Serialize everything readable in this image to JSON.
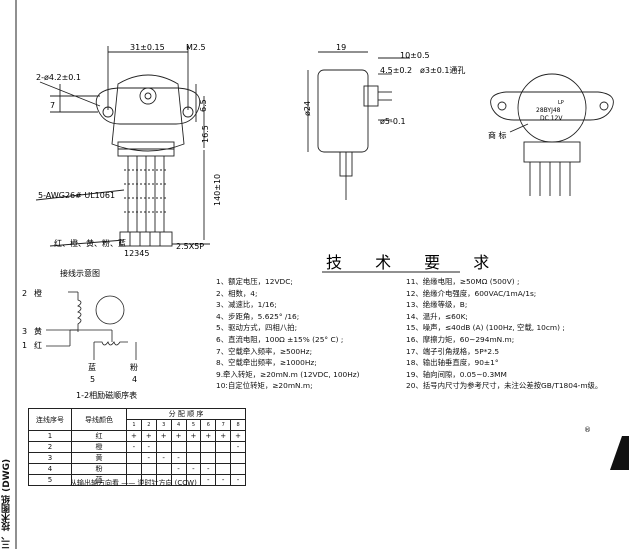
{
  "left_view": {
    "dims": [
      "31±0.15",
      "M2.5",
      "2-ø4.2±0.1",
      "7",
      "6.5",
      "16.5",
      "5-AWG26# UL1061",
      "140±10",
      "2.5X5P",
      "12345"
    ],
    "wire_colors": "红、橙、黄、粉、蓝"
  },
  "side_view": {
    "dims": [
      "19",
      "10±0.5",
      "4.5±0.2",
      "ø3±0.1通孔",
      "ø24",
      "ø5-0.1"
    ]
  },
  "right_view": {
    "label_text": [
      "28BYJ48",
      "DC 12V",
      "LP"
    ],
    "brand_label": "商 标"
  },
  "wiring": {
    "title": "接线示意图",
    "wires": [
      {
        "num": "2",
        "color": "橙"
      },
      {
        "num": "3",
        "color": "黄"
      },
      {
        "num": "1",
        "color": "红"
      },
      {
        "num": "5",
        "color": "蓝"
      },
      {
        "num": "4",
        "color": "粉"
      }
    ],
    "caption": "1-2相励磁顺序表"
  },
  "spec_title": "技 术 要 求",
  "specs_left": [
    "1、额定电压，12VDC;",
    "2、相数，4;",
    "3、减速比，1/16;",
    "4、步距角，5.625° /16;",
    "5、驱动方式，四相八拍;",
    "6、直流电阻，100Ω ±15% (25° C) ;",
    "7、空载牵入频率，≥500Hz;",
    "8、空载牵出频率，≥1000Hz;",
    "9.牵入转矩，≥20mN.m (12VDC, 100Hz)",
    "10:自定位转矩，≥20mN.m;"
  ],
  "specs_right": [
    "11、绝缘电阻，≥50MΩ (500V) ;",
    "12、绝缘介电强度，600VAC/1mA/1s;",
    "13、绝缘等级，B;",
    "14、温升，≤60K;",
    "15、噪声，≤40dB (A) (100Hz, 空载, 10cm) ;",
    "16、摩擦力矩，60~294mN.m;",
    "17、端子引角规格，5P*2.5",
    "18、输出轴垂直度，90±1°",
    "19、轴向间隙，0.05~0.3MM",
    "20、括号内尺寸为参考尺寸，未注公差按GB/T1804-m级。"
  ],
  "sequence_table": {
    "col_wire_num": "连线序号",
    "col_wire_color": "导线颜色",
    "col_sequence": "分 配 顺 序",
    "steps": [
      "1",
      "2",
      "3",
      "4",
      "5",
      "6",
      "7",
      "8"
    ],
    "rows": [
      {
        "num": "1",
        "color": "红",
        "cells": [
          "+",
          "+",
          "+",
          "+",
          "+",
          "+",
          "+",
          "+"
        ]
      },
      {
        "num": "2",
        "color": "橙",
        "cells": [
          "-",
          "-",
          "",
          "",
          "",
          "",
          "",
          "-"
        ]
      },
      {
        "num": "3",
        "color": "黄",
        "cells": [
          "",
          "-",
          "-",
          "-",
          "",
          "",
          "",
          ""
        ]
      },
      {
        "num": "4",
        "color": "粉",
        "cells": [
          "",
          "",
          "",
          "-",
          "-",
          "-",
          "",
          ""
        ]
      },
      {
        "num": "5",
        "color": "蓝",
        "cells": [
          "",
          "",
          "",
          "",
          "",
          "-",
          "-",
          "-"
        ]
      }
    ],
    "footer": "从输出轴方向看 —— 逆时针方向 (CCW)"
  },
  "side_label": "三、技术图纸 (DWG)",
  "corner_mark": "®"
}
